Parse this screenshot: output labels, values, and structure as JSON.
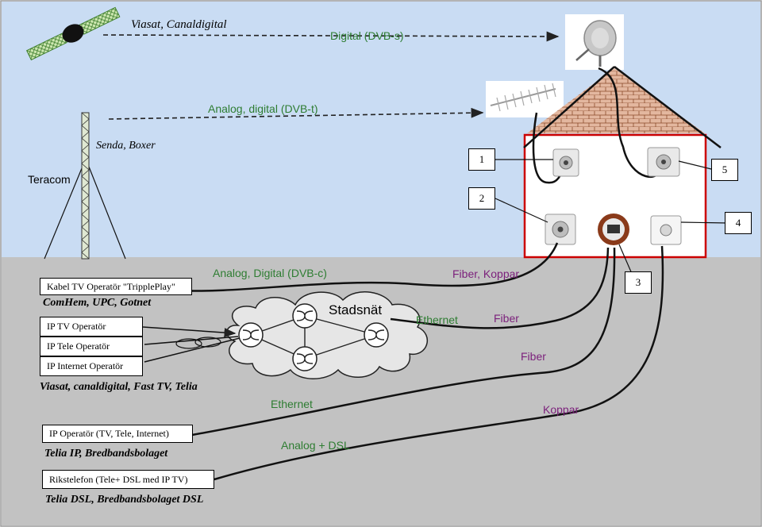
{
  "satellite": {
    "provider_label": "Viasat, Canaldigital",
    "link_label": "Digital (DVB-s)"
  },
  "terrestrial": {
    "link_label": "Analog, digital (DVB-t)",
    "provider_label": "Senda, Boxer",
    "operator_label": "Teracom"
  },
  "house_markers": [
    "1",
    "2",
    "3",
    "4",
    "5"
  ],
  "cable": {
    "operator_box": "Kabel TV Operatör \"TripplePlay\"",
    "providers": "ComHem, UPC, Gotnet",
    "link_label": "Analog, Digital (DVB-c)",
    "fiber_label": "Fiber, Koppar"
  },
  "city_network": {
    "label": "Stadsnät",
    "operator_boxes": [
      "IP TV Operatör",
      "IP Tele Operatör",
      "IP Internet Operatör"
    ],
    "providers": "Viasat, canaldigital, Fast TV, Telia",
    "ethernet_label": "Ethernet",
    "fiber_label_1": "Fiber",
    "fiber_label_2": "Fiber"
  },
  "ip_operator": {
    "box": "IP  Operatör (TV, Tele, Internet)",
    "providers": "Telia IP, Bredbandsbolaget",
    "ethernet_label": "Ethernet",
    "copper_label": "Koppar"
  },
  "dsl": {
    "box": "Rikstelefon  (Tele+ DSL med IP TV)",
    "providers": "Telia DSL, Bredbandsbolaget DSL",
    "link_label": "Analog + DSL"
  },
  "colors": {
    "sky": "#c9dcf3",
    "ground": "#c2c2c2",
    "link_green": "#2e7d32",
    "link_purple": "#7b1f7b",
    "roof": "#d8a487",
    "house_border": "#cc0000",
    "cloud": "#e6e6e6"
  },
  "icons": [
    "satellite-icon",
    "dish-antenna-icon",
    "yagi-antenna-icon",
    "radio-tower-icon",
    "antenna-outlet-icon",
    "network-outlet-icon",
    "phone-outlet-icon",
    "router-icon"
  ]
}
